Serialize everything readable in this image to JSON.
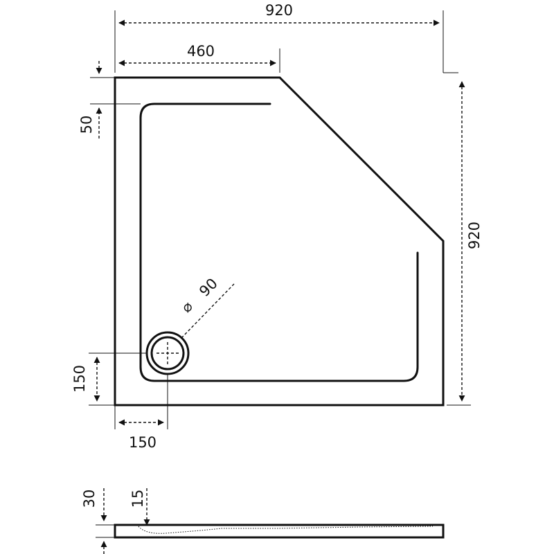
{
  "dimensions": {
    "overall_width": "920",
    "overall_depth": "920",
    "straight_edge": "460",
    "rim_width": "50",
    "drain_offset_y": "150",
    "drain_offset_x": "150",
    "drain_diameter": "90",
    "diameter_symbol": "⌀",
    "tray_height": "30",
    "base_depth": "15"
  },
  "colors": {
    "line": "#111111",
    "background": "#ffffff"
  }
}
